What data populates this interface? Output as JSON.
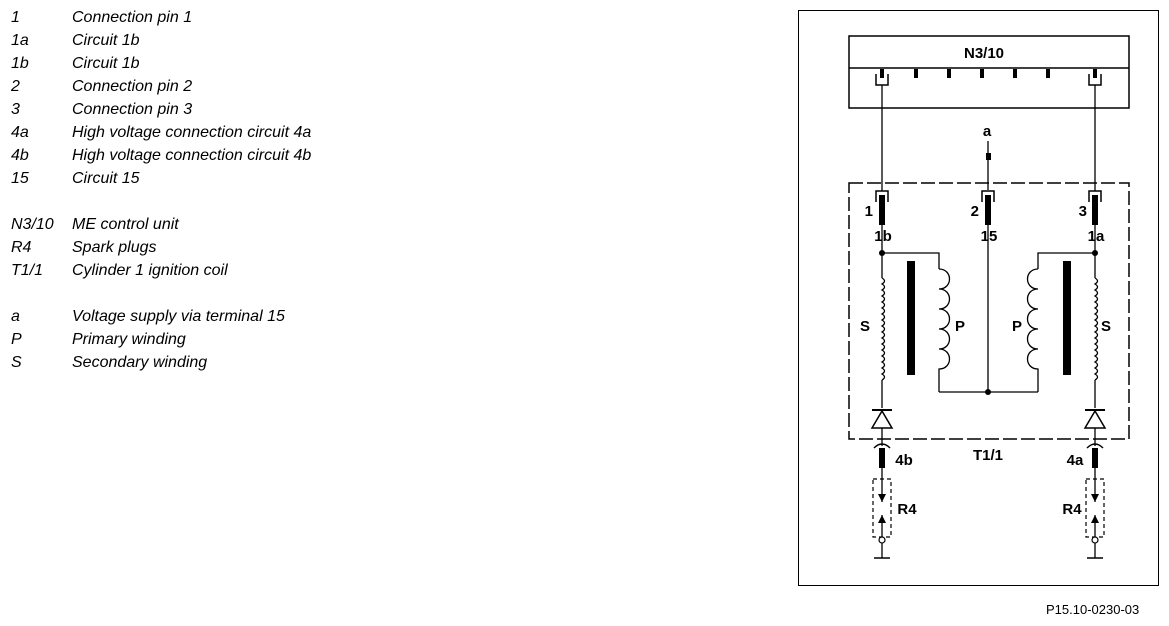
{
  "legend": [
    {
      "code": "1",
      "desc": "Connection pin 1"
    },
    {
      "code": "1a",
      "desc": "Circuit 1b"
    },
    {
      "code": "1b",
      "desc": "Circuit 1b"
    },
    {
      "code": "2",
      "desc": "Connection pin 2"
    },
    {
      "code": "3",
      "desc": "Connection pin 3"
    },
    {
      "code": "4a",
      "desc": "High voltage connection circuit 4a"
    },
    {
      "code": "4b",
      "desc": "High voltage connection circuit 4b"
    },
    {
      "code": "15",
      "desc": "Circuit 15"
    },
    {
      "code": "N3/10",
      "desc": "ME control unit"
    },
    {
      "code": "R4",
      "desc": "Spark plugs"
    },
    {
      "code": "T1/1",
      "desc": "Cylinder 1 ignition coil"
    },
    {
      "code": "a",
      "desc": "Voltage supply via terminal 15"
    },
    {
      "code": "P",
      "desc": "Primary winding"
    },
    {
      "code": "S",
      "desc": "Secondary winding"
    }
  ],
  "diagram": {
    "control_unit": "N3/10",
    "supply": "a",
    "coil": "T1/1",
    "pins": [
      "1",
      "2",
      "3"
    ],
    "circuits": {
      "left": "1b",
      "center": "15",
      "right": "1a"
    },
    "winding_primary": "P",
    "winding_secondary": "S",
    "hv_left": "4b",
    "hv_right": "4a",
    "spark_plug": "R4"
  },
  "figure_id": "P15.10-0230-03"
}
